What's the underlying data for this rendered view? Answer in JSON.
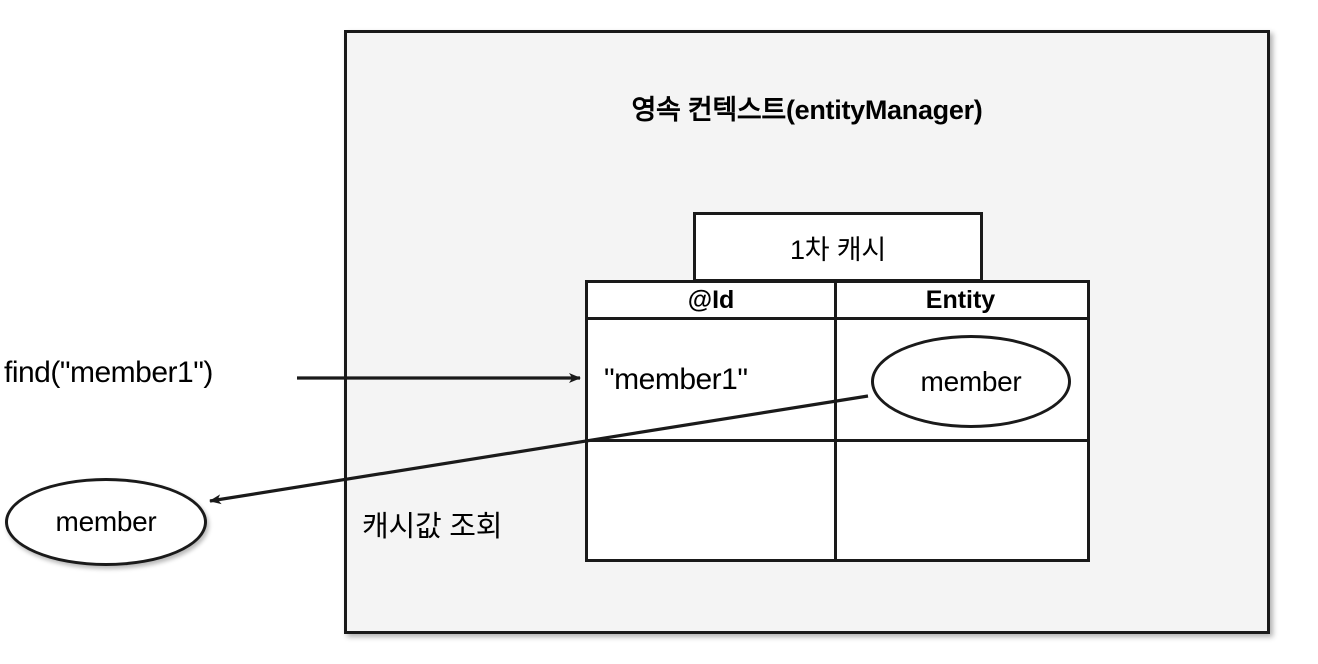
{
  "diagram": {
    "container": {
      "title": "영속 컨텍스트(entityManager)",
      "background_color": "#f4f4f4",
      "border_color": "#1a1a1a"
    },
    "cache": {
      "tab_label": "1차 캐시",
      "table": {
        "columns": [
          "@Id",
          "Entity"
        ],
        "rows": [
          {
            "id": "\"member1\"",
            "entity": "member"
          },
          {
            "id": "",
            "entity": ""
          }
        ]
      }
    },
    "flows": [
      {
        "name": "find-call",
        "label": "find(\"member1\")",
        "direction": "right",
        "from": "caller",
        "to": "first-level-cache"
      },
      {
        "name": "cache-hit-return",
        "label": "캐시값 조회",
        "direction": "left",
        "from": "cached-entity",
        "to": "returned-entity"
      }
    ],
    "result_entity": {
      "label": "member"
    }
  }
}
